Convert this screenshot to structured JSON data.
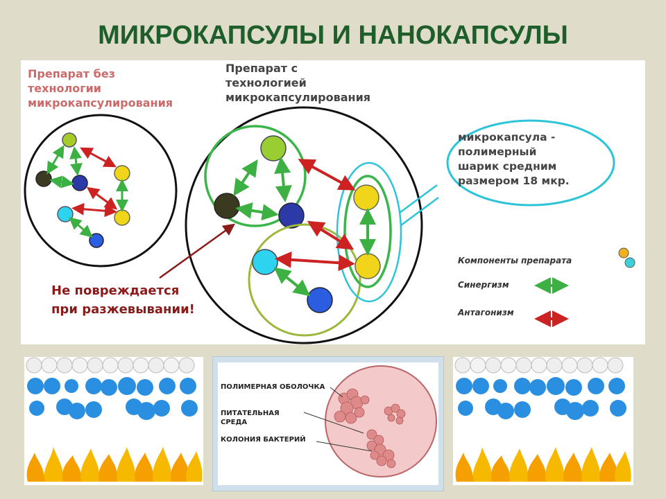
{
  "title": "МИКРОКАПСУЛЫ И НАНОКАПСУЛЫ",
  "left_label": [
    "Препарат без",
    "технологии",
    "микрокапсулирования"
  ],
  "right_label": [
    "Препарат с",
    "технологией",
    "микрокапсулирования"
  ],
  "callout": [
    "микрокапсула -",
    "полимерный",
    "шарик средним",
    "размером 18 мкр."
  ],
  "note": [
    "Не повреждается",
    "при разжевывании!"
  ],
  "legend": {
    "components": "Компоненты препарата",
    "synergy": "Синергизм",
    "antagonism": "Антагонизм"
  },
  "inset_labels": {
    "shell": "ПОЛИМЕРНАЯ ОБОЛОЧКА",
    "medium_1": "ПИТАТЕЛЬНАЯ",
    "medium_2": "СРЕДА",
    "colony": "КОЛОНИЯ БАКТЕРИЙ"
  },
  "colors": {
    "title": "#1d5e2a",
    "synergy": "#3cb043",
    "antagonism": "#cc2222",
    "capsule": "#39b54a",
    "callout": "#2bc4d9",
    "note": "#8b1a1a",
    "inset_circle": "#f3c9c9"
  }
}
